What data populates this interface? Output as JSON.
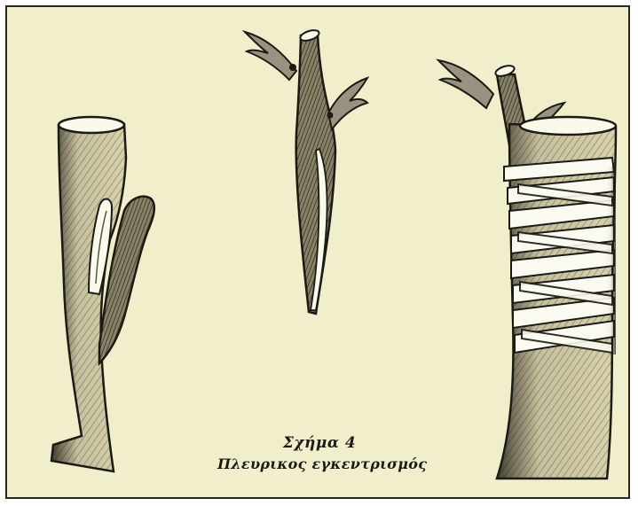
{
  "figure": {
    "caption_title": "Σχήμα 4",
    "caption_subtitle": "Πλευρικος εγκεντρισμός",
    "colors": {
      "paper": "#f1eecb",
      "ink": "#1c1a14",
      "frame": "#2a2620",
      "bark_fill": "#d8d2ad",
      "cut_face": "#fbf9ea",
      "binding_tape": "#fbfaf0"
    },
    "panels": [
      {
        "name": "rootstock-with-side-cut",
        "position": "left"
      },
      {
        "name": "wedge-shaped-scion",
        "position": "center"
      },
      {
        "name": "grafted-and-wrapped-stock",
        "position": "right"
      }
    ]
  }
}
